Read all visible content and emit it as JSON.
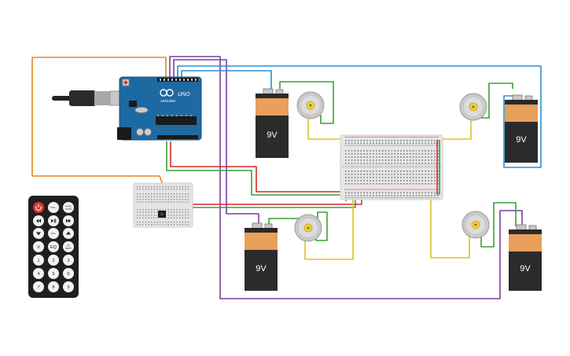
{
  "arduino": {
    "brand": "ARDUINO",
    "model": "UNO",
    "logo_icon": "arduino-infinity-icon"
  },
  "batteries": [
    {
      "label": "9V"
    },
    {
      "label": "9V"
    },
    {
      "label": "9V"
    },
    {
      "label": "9V"
    }
  ],
  "remote": {
    "buttons": [
      {
        "label": "",
        "icon": "power-icon"
      },
      {
        "label": "VOL+"
      },
      {
        "label": "FUNC STOP"
      },
      {
        "label": "",
        "icon": "rewind-icon"
      },
      {
        "label": "",
        "icon": "play-pause-icon"
      },
      {
        "label": "",
        "icon": "fast-forward-icon"
      },
      {
        "label": "",
        "icon": "down-icon"
      },
      {
        "label": "VOL-"
      },
      {
        "label": "",
        "icon": "up-icon"
      },
      {
        "label": "0"
      },
      {
        "label": "EQ"
      },
      {
        "label": "ST/ REPT"
      },
      {
        "label": "1"
      },
      {
        "label": "2"
      },
      {
        "label": "3"
      },
      {
        "label": "4"
      },
      {
        "label": "5"
      },
      {
        "label": "6"
      },
      {
        "label": "7"
      },
      {
        "label": "8"
      },
      {
        "label": "9"
      }
    ]
  },
  "wire_colors": {
    "orange": "#e08a1e",
    "purple": "#7a3fa0",
    "blue": "#2a8fd0",
    "green": "#3aa03a",
    "red": "#d32a2a",
    "yellow": "#e0c020"
  }
}
